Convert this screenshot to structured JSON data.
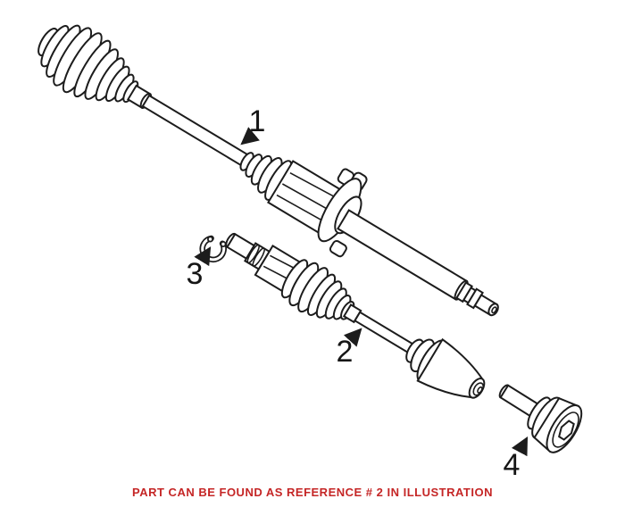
{
  "diagram": {
    "background_color": "#ffffff",
    "line_color": "#1c1c1c",
    "callouts": [
      {
        "label": "1"
      },
      {
        "label": "2"
      },
      {
        "label": "3"
      },
      {
        "label": "4"
      }
    ],
    "note": {
      "text": "PART CAN BE FOUND AS REFERENCE # 2 IN ILLUSTRATION",
      "color": "#c52626"
    }
  }
}
